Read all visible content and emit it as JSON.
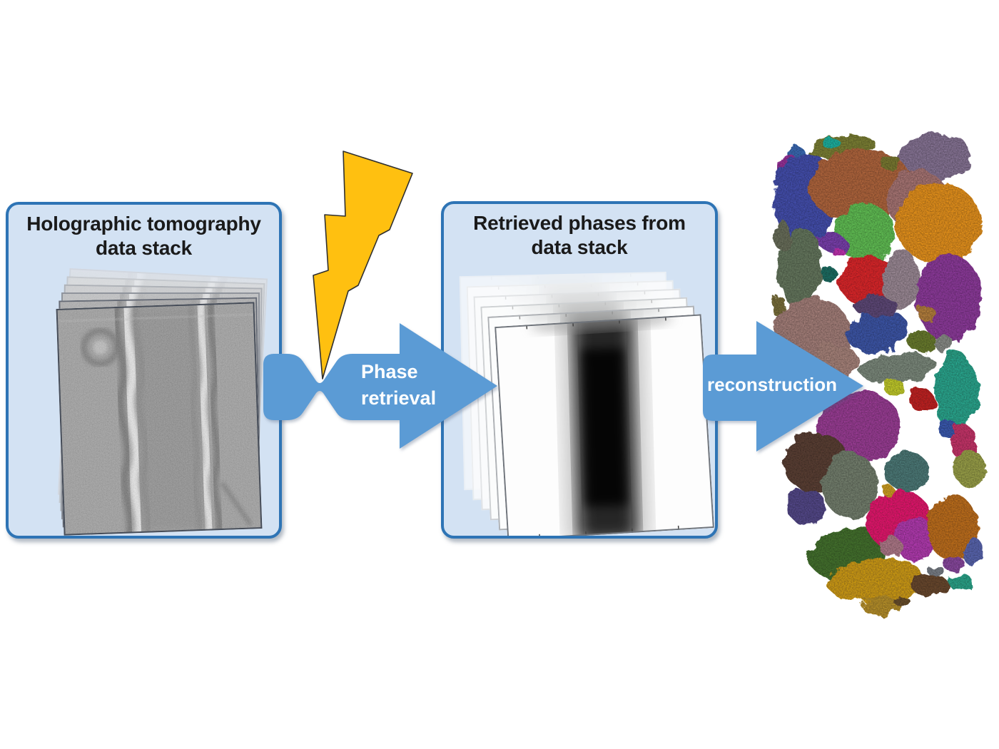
{
  "figure": {
    "type": "workflow-diagram",
    "left_box": {
      "title_line1": "Holographic tomography",
      "title_line2": "data stack",
      "page_count": 6
    },
    "middle_box": {
      "title_line1": "Retrieved phases from",
      "title_line2": "data stack",
      "page_count": 6
    },
    "phase_arrow": {
      "line1": "Phase",
      "line2": "retrieval"
    },
    "reconstruction_arrow": {
      "label": "reconstruction"
    }
  },
  "icons": {
    "lightning": "lightning-bolt-icon",
    "arrow_right_1": "phase-retrieval-arrow",
    "arrow_right_2": "reconstruction-arrow"
  },
  "colors": {
    "box_fill": "#d3e2f3",
    "box_border": "#2e74b5",
    "arrow_blue": "#5b9bd5",
    "bolt_yellow": "#ffc010",
    "title_text": "#1a1a1a",
    "label_text": "#ffffff"
  },
  "grains": [
    [
      100,
      28,
      48,
      16,
      -8,
      "#7d8134"
    ],
    [
      88,
      24,
      12,
      9,
      0,
      "#1bb3a2"
    ],
    [
      37,
      36,
      12,
      10,
      0,
      "#3a6ab5"
    ],
    [
      29,
      58,
      15,
      19,
      0,
      "#99309a"
    ],
    [
      228,
      44,
      54,
      35,
      -12,
      "#877495"
    ],
    [
      50,
      100,
      44,
      64,
      4,
      "#4450ae"
    ],
    [
      128,
      82,
      72,
      50,
      -6,
      "#b1663c"
    ],
    [
      207,
      102,
      44,
      42,
      8,
      "#a87675"
    ],
    [
      170,
      50,
      15,
      11,
      0,
      "#7a7a30"
    ],
    [
      237,
      135,
      60,
      57,
      0,
      "#e6931c"
    ],
    [
      134,
      148,
      42,
      40,
      0,
      "#62c055"
    ],
    [
      88,
      162,
      24,
      14,
      20,
      "#7a3fae"
    ],
    [
      44,
      198,
      30,
      56,
      4,
      "#66785f"
    ],
    [
      84,
      207,
      12,
      10,
      0,
      "#1f6e64"
    ],
    [
      139,
      216,
      41,
      36,
      0,
      "#dd2629"
    ],
    [
      185,
      215,
      26,
      44,
      0,
      "#9c8a96"
    ],
    [
      97,
      176,
      8,
      7,
      0,
      "#c030b0"
    ],
    [
      252,
      240,
      46,
      62,
      0,
      "#8e3a9c"
    ],
    [
      221,
      262,
      13,
      10,
      0,
      "#b5803c"
    ],
    [
      62,
      292,
      54,
      52,
      0,
      "#a5807a"
    ],
    [
      152,
      287,
      44,
      29,
      -10,
      "#3d56a8"
    ],
    [
      150,
      252,
      31,
      14,
      0,
      "#5e4a78"
    ],
    [
      213,
      300,
      19,
      15,
      0,
      "#6b7d2f"
    ],
    [
      244,
      303,
      14,
      11,
      0,
      "#8a8d88"
    ],
    [
      260,
      328,
      18,
      13,
      0,
      "#2aa58a"
    ],
    [
      180,
      337,
      54,
      21,
      -5,
      "#7d8a7d"
    ],
    [
      175,
      365,
      15,
      11,
      0,
      "#c3cc2a"
    ],
    [
      263,
      375,
      31,
      50,
      4,
      "#2ba78f"
    ],
    [
      213,
      382,
      18,
      15,
      0,
      "#c32222"
    ],
    [
      91,
      331,
      36,
      26,
      0,
      "#a8847c"
    ],
    [
      126,
      420,
      60,
      50,
      0,
      "#9b3d96"
    ],
    [
      251,
      424,
      16,
      10,
      0,
      "#3a5ab0"
    ],
    [
      271,
      441,
      19,
      24,
      0,
      "#c7356a"
    ],
    [
      66,
      471,
      46,
      42,
      0,
      "#5c4136"
    ],
    [
      193,
      483,
      31,
      28,
      0,
      "#4e7a78"
    ],
    [
      280,
      478,
      22,
      26,
      0,
      "#9aa04a"
    ],
    [
      113,
      502,
      39,
      46,
      0,
      "#75806e"
    ],
    [
      53,
      533,
      26,
      26,
      0,
      "#55488a"
    ],
    [
      110,
      597,
      55,
      36,
      -12,
      "#44722f"
    ],
    [
      182,
      552,
      46,
      43,
      0,
      "#e5156e"
    ],
    [
      205,
      578,
      27,
      33,
      0,
      "#b23bb0"
    ],
    [
      257,
      562,
      36,
      46,
      0,
      "#bf6f1f"
    ],
    [
      168,
      511,
      9,
      7,
      0,
      "#d0a020"
    ],
    [
      148,
      635,
      68,
      30,
      -4,
      "#cf9c14"
    ],
    [
      225,
      642,
      27,
      14,
      0,
      "#6b4a2f"
    ],
    [
      233,
      622,
      12,
      8,
      0,
      "#7a8088"
    ],
    [
      259,
      613,
      15,
      11,
      0,
      "#8a4aa0"
    ],
    [
      268,
      638,
      17,
      12,
      0,
      "#2aa58a"
    ],
    [
      18,
      152,
      10,
      22,
      0,
      "#6b705c"
    ],
    [
      14,
      252,
      9,
      16,
      0,
      "#7a6f3a"
    ],
    [
      20,
      366,
      10,
      14,
      0,
      "#5e6e8e"
    ],
    [
      285,
      595,
      15,
      20,
      0,
      "#5a66b0"
    ],
    [
      170,
      588,
      16,
      14,
      0,
      "#b07a8a"
    ],
    [
      158,
      672,
      28,
      14,
      0,
      "#b8912a"
    ],
    [
      185,
      664,
      11,
      8,
      0,
      "#6b4f2a"
    ]
  ]
}
